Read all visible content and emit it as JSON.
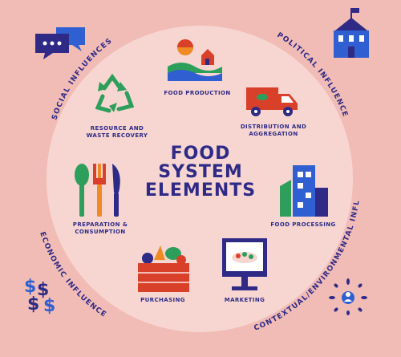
{
  "center_title": [
    "FOOD",
    "SYSTEM",
    "ELEMENTS"
  ],
  "outer_influences": {
    "social": "SOCIAL INFLUENCES",
    "political": "POLITICAL INFLUENCES",
    "economic": "ECONOMIC INFLUENCES",
    "contextual": "CONTEXTUAL/ENVIRONMENTAL INFLUENCES"
  },
  "elements": {
    "food_production": "FOOD PRODUCTION",
    "distribution": [
      "DISTRIBUTION AND",
      "AGGREGATION"
    ],
    "food_processing": "FOOD PROCESSING",
    "marketing": "MARKETING",
    "purchasing": "PURCHASING",
    "preparation": [
      "PREPARATION &",
      "CONSUMPTION"
    ],
    "resource": [
      "RESOURCE AND",
      "WASTE RECOVERY"
    ]
  },
  "colors": {
    "background": "#F2BCB6",
    "circle": "#F7D6D2",
    "navy": "#2E2A86",
    "green": "#2E9E5B",
    "red": "#D9402A",
    "orange": "#F08A24",
    "blue": "#2F5FD0"
  }
}
